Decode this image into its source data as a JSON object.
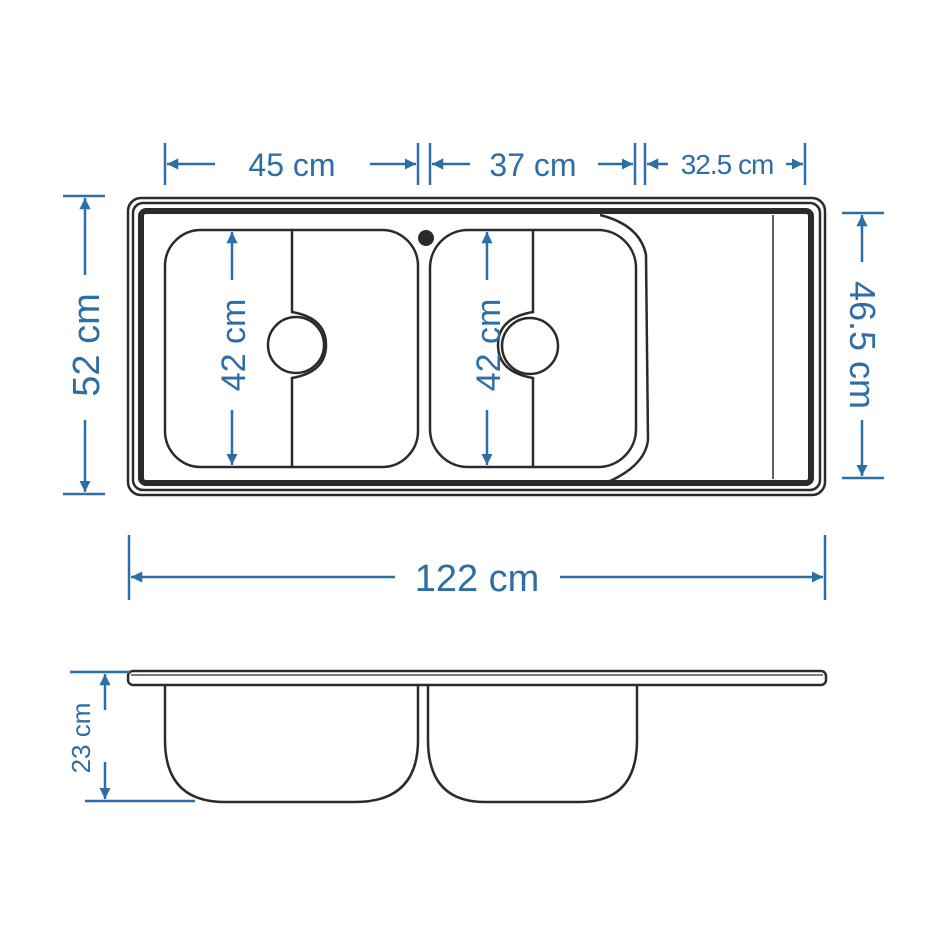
{
  "diagram": {
    "title": "Double bowl sink with drainer - dimensions",
    "colors": {
      "dimension": "#2e6ea6",
      "outline": "#2b2b2b"
    },
    "top_view": {
      "left_bowl_width": "45 cm",
      "right_bowl_width": "37 cm",
      "drainer_width": "32.5 cm",
      "overall_depth": "52 cm",
      "inner_depth": "46.5 cm",
      "left_bowl_length": "42 cm",
      "right_bowl_length": "42 cm",
      "overall_width": "122 cm"
    },
    "side_view": {
      "bowl_height": "23 cm"
    }
  }
}
